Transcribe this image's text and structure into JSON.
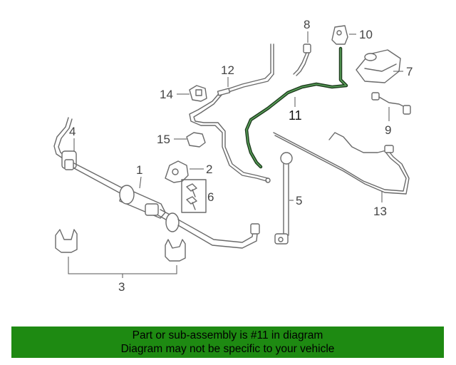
{
  "callouts": {
    "c1": "1",
    "c2": "2",
    "c3": "3",
    "c4": "4",
    "c5": "5",
    "c6": "6",
    "c7": "7",
    "c8": "8",
    "c9": "9",
    "c10": "10",
    "c11": "11",
    "c12": "12",
    "c13": "13",
    "c14": "14",
    "c15": "15"
  },
  "highlighted_part": "11",
  "banner": {
    "line1": "Part or sub-assembly is #11 in diagram",
    "line2": "Diagram may not be specific to your vehicle",
    "color": "#1e8a12"
  }
}
